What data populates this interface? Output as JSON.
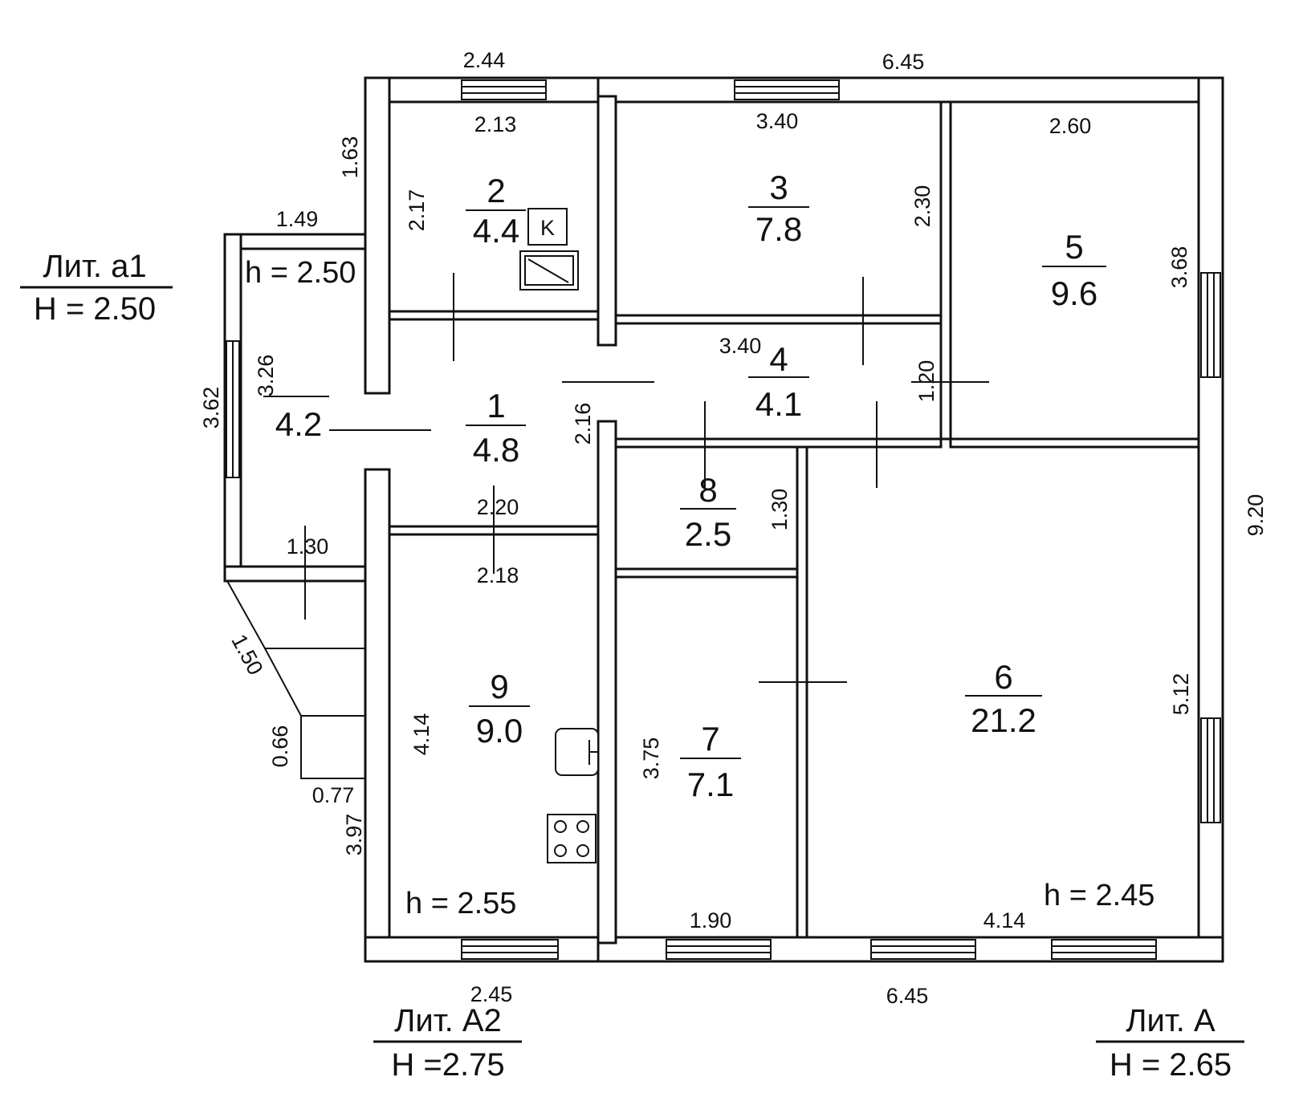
{
  "rooms": [
    {
      "number": "1",
      "area": "4.8"
    },
    {
      "number": "2",
      "area": "4.4"
    },
    {
      "number": "3",
      "area": "7.8"
    },
    {
      "number": "4",
      "area": "4.1"
    },
    {
      "number": "5",
      "area": "9.6"
    },
    {
      "number": "6",
      "area": "21.2"
    },
    {
      "number": "7",
      "area": "7.1"
    },
    {
      "number": "8",
      "area": "2.5"
    },
    {
      "number": "9",
      "area": "9.0"
    },
    {
      "number": "",
      "area": "4.2"
    }
  ],
  "dims": {
    "d244": "2.44",
    "d645_top": "6.45",
    "d213": "2.13",
    "d340_3": "3.40",
    "d260": "2.60",
    "d163": "1.63",
    "d217": "2.17",
    "d230": "2.30",
    "d368": "3.68",
    "d149": "1.49",
    "d340_4": "3.40",
    "d120": "1.20",
    "d326": "3.26",
    "d362": "3.62",
    "d216": "2.16",
    "d220": "2.20",
    "d130_porch": "1.30",
    "d130_8": "1.30",
    "d218": "2.18",
    "d920": "9.20",
    "d150": "1.50",
    "d066": "0.66",
    "d077": "0.77",
    "d414_9": "4.14",
    "d375": "3.75",
    "d512": "5.12",
    "d397": "3.97",
    "d190": "1.90",
    "d414_6": "4.14",
    "d245_bottom": "2.45",
    "d645_bottom": "6.45"
  },
  "heights": {
    "porch": "h = 2.50",
    "room9": "h = 2.55",
    "room6": "h = 2.45"
  },
  "kitchen_marker": "K",
  "liters": [
    {
      "name": "Лит. а1",
      "height": "H = 2.50"
    },
    {
      "name": "Лит. А2",
      "height": "H =2.75"
    },
    {
      "name": "Лит. А",
      "height": "H = 2.65"
    }
  ]
}
